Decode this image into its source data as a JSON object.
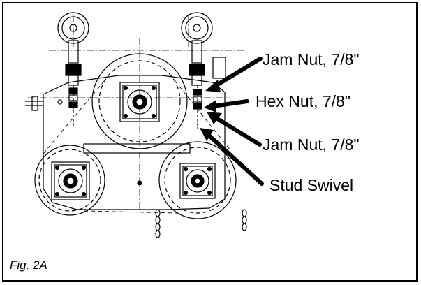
{
  "callouts": {
    "jam_nut_top": "Jam Nut, 7/8\"",
    "hex_nut": "Hex Nut, 7/8\"",
    "jam_nut_bottom": "Jam Nut, 7/8\"",
    "stud_swivel": "Stud Swivel"
  },
  "caption": "Fig. 2A"
}
